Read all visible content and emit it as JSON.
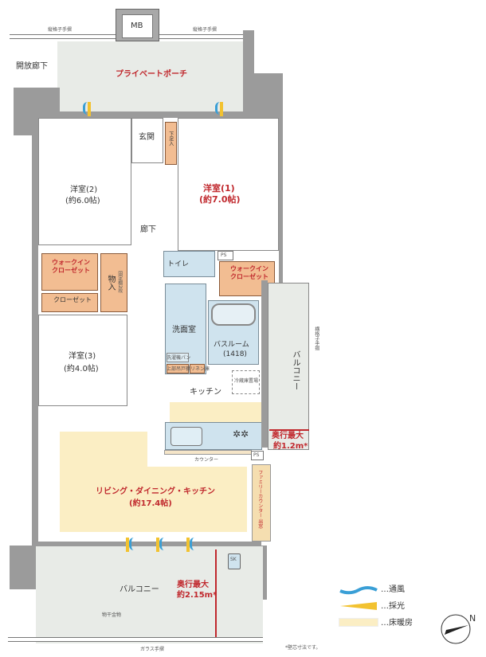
{
  "labels": {
    "rail_top": "縦格子手摺",
    "mb": "MB",
    "open_corridor": "開放廊下",
    "porch": "プライベートポーチ",
    "entrance": "玄関",
    "shoe_box": "下足入",
    "room2_name": "洋室(2)",
    "room2_size": "(約6.0帖)",
    "room1_name": "洋室(1)",
    "room1_size": "(約7.0帖)",
    "hallway": "廊下",
    "wic": "ウォークイン\nクローゼット",
    "storage": "物入",
    "shelf": "固定棚2段",
    "closet": "クローゼット",
    "toilet": "トイレ",
    "ps": "PS",
    "washroom": "洗面室",
    "bathroom": "バスルーム",
    "bathroom_size": "(1418)",
    "washer": "洗濯機パン",
    "upper_cabinet": "上部吊戸棚",
    "linen": "リネン庫",
    "fridge": "冷蔵庫置場",
    "kitchen": "キッチン",
    "room3_name": "洋室(3)",
    "room3_size": "(約4.0帖)",
    "balcony": "バルコニー",
    "depth1_title": "奥行最大",
    "depth1_value": "約1.2m*",
    "counter": "カウンター",
    "family_counter": "ファミリーカウンター 出窓",
    "ldk_name": "リビング・ダイニング・キッチン",
    "ldk_size": "(約17.4帖)",
    "depth2_title": "奥行最大",
    "depth2_value": "約2.15m*",
    "sk": "SK",
    "drying": "物干金物",
    "glass_rail": "ガラス手摺",
    "side_rail": "横格子手摺",
    "compass": "N",
    "note": "*壁芯寸法です。"
  },
  "legend": [
    {
      "label": "…通風",
      "icon": "airflow-wave",
      "color": "#3a9fd6"
    },
    {
      "label": "…採光",
      "icon": "daylight-wedge",
      "color": "#f2c230"
    },
    {
      "label": "…床暖房",
      "icon": "floor-heating-swatch",
      "color": "#fbeec4"
    }
  ],
  "colors": {
    "accent_text": "#c0282d",
    "storage": "#f2bd92",
    "wet_area": "#cfe3ee",
    "floor_heating": "#fbeec4",
    "wall": "#9b9b9b"
  }
}
